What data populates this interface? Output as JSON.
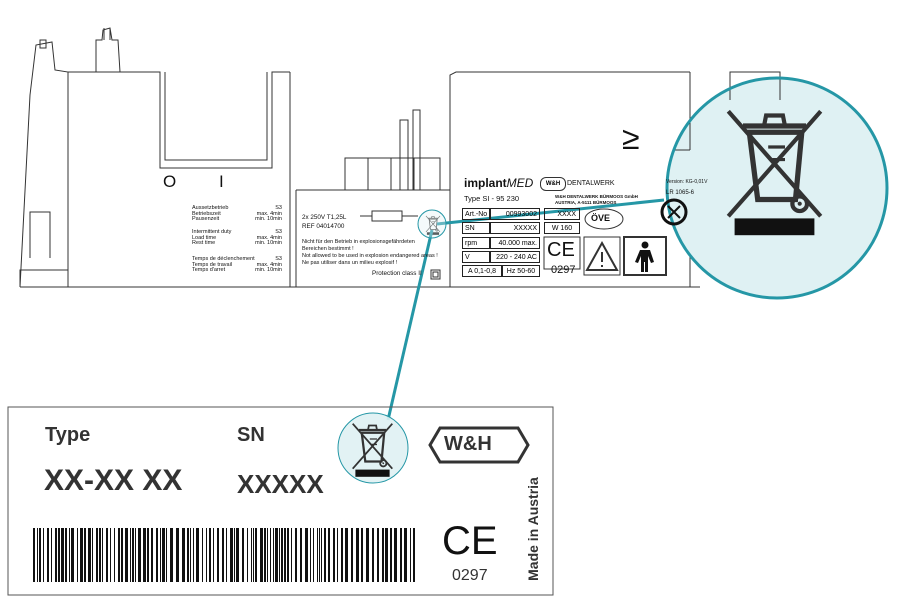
{
  "device": {
    "switch_off": "O",
    "switch_on": "I",
    "duty": [
      {
        "mode": "Aussetzbetrieb",
        "class": "S3",
        "l1": "Betriebszeit",
        "v1": "max.  4min",
        "l2": "Pausenzeit",
        "v2": "min.  10min"
      },
      {
        "mode": "Intermittent duty",
        "class": "S3",
        "l1": "Load time",
        "v1": "max.  4min",
        "l2": "Rest time",
        "v2": "min.  10min"
      },
      {
        "mode": "Temps de déclenchement",
        "class": "S3",
        "l1": "Temps de travail",
        "v1": "max.  4min",
        "l2": "Temps d'arret",
        "v2": "min.  10min"
      }
    ],
    "fuse_line": "2x  250V  T1,25L",
    "fuse_ref": "REF 04014700",
    "warnings": [
      "Nicht für den Betrieb in explosionsgefährdeten",
      "Bereichen bestimmt !",
      "Not allowed to be used in explosion endangered areas !",
      "Ne pas utiliser dans un milieu explosif !"
    ],
    "protection": "Protection class II",
    "brand_a": "implant",
    "brand_b": "MED",
    "maker_logo": "W&H",
    "maker_name": "DENTALWERK",
    "maker_line1": "W&H DENTALWERK BÜRMOOS GmbH",
    "maker_line2": "AUSTRIA,  A-5111 BÜRMOOS",
    "type_line": "Type   SI - 95 230",
    "rating": [
      {
        "label": "Art.-No",
        "value": "00993002"
      },
      {
        "label": "SN",
        "value": "XXXXX"
      },
      {
        "label": "rpm",
        "value": "40.000 max."
      },
      {
        "label": "V",
        "value": "220 - 240 AC"
      }
    ],
    "rating_a": "A  0,1-0,8",
    "rating_hz": "Hz 50-60",
    "mfg_box": "XXXX",
    "w_box": "W 160",
    "ce_mark": "CE",
    "ce_number": "0297",
    "ove": "ÖVE",
    "cert_top": "Version: KG-0,01V",
    "cert_lr": "LR 1065-6",
    "pedal_symbol": "≥"
  },
  "label": {
    "type_heading": "Type",
    "sn_heading": "SN",
    "type_value": "XX-XX XX",
    "sn_value": "XXXXX",
    "logo": "W&H",
    "ce_mark": "CE",
    "ce_number": "0297",
    "made_in": "Made in Austria"
  },
  "icons": {
    "weee": "crossed-out-wheelie-bin-icon",
    "warning": "warning-triangle-icon",
    "body_type": "body-type-b-icon",
    "cert": "certification-mark-icon"
  },
  "colors": {
    "callout": "#2597a6",
    "callout_fill": "#dff1f3",
    "line": "#333333"
  }
}
